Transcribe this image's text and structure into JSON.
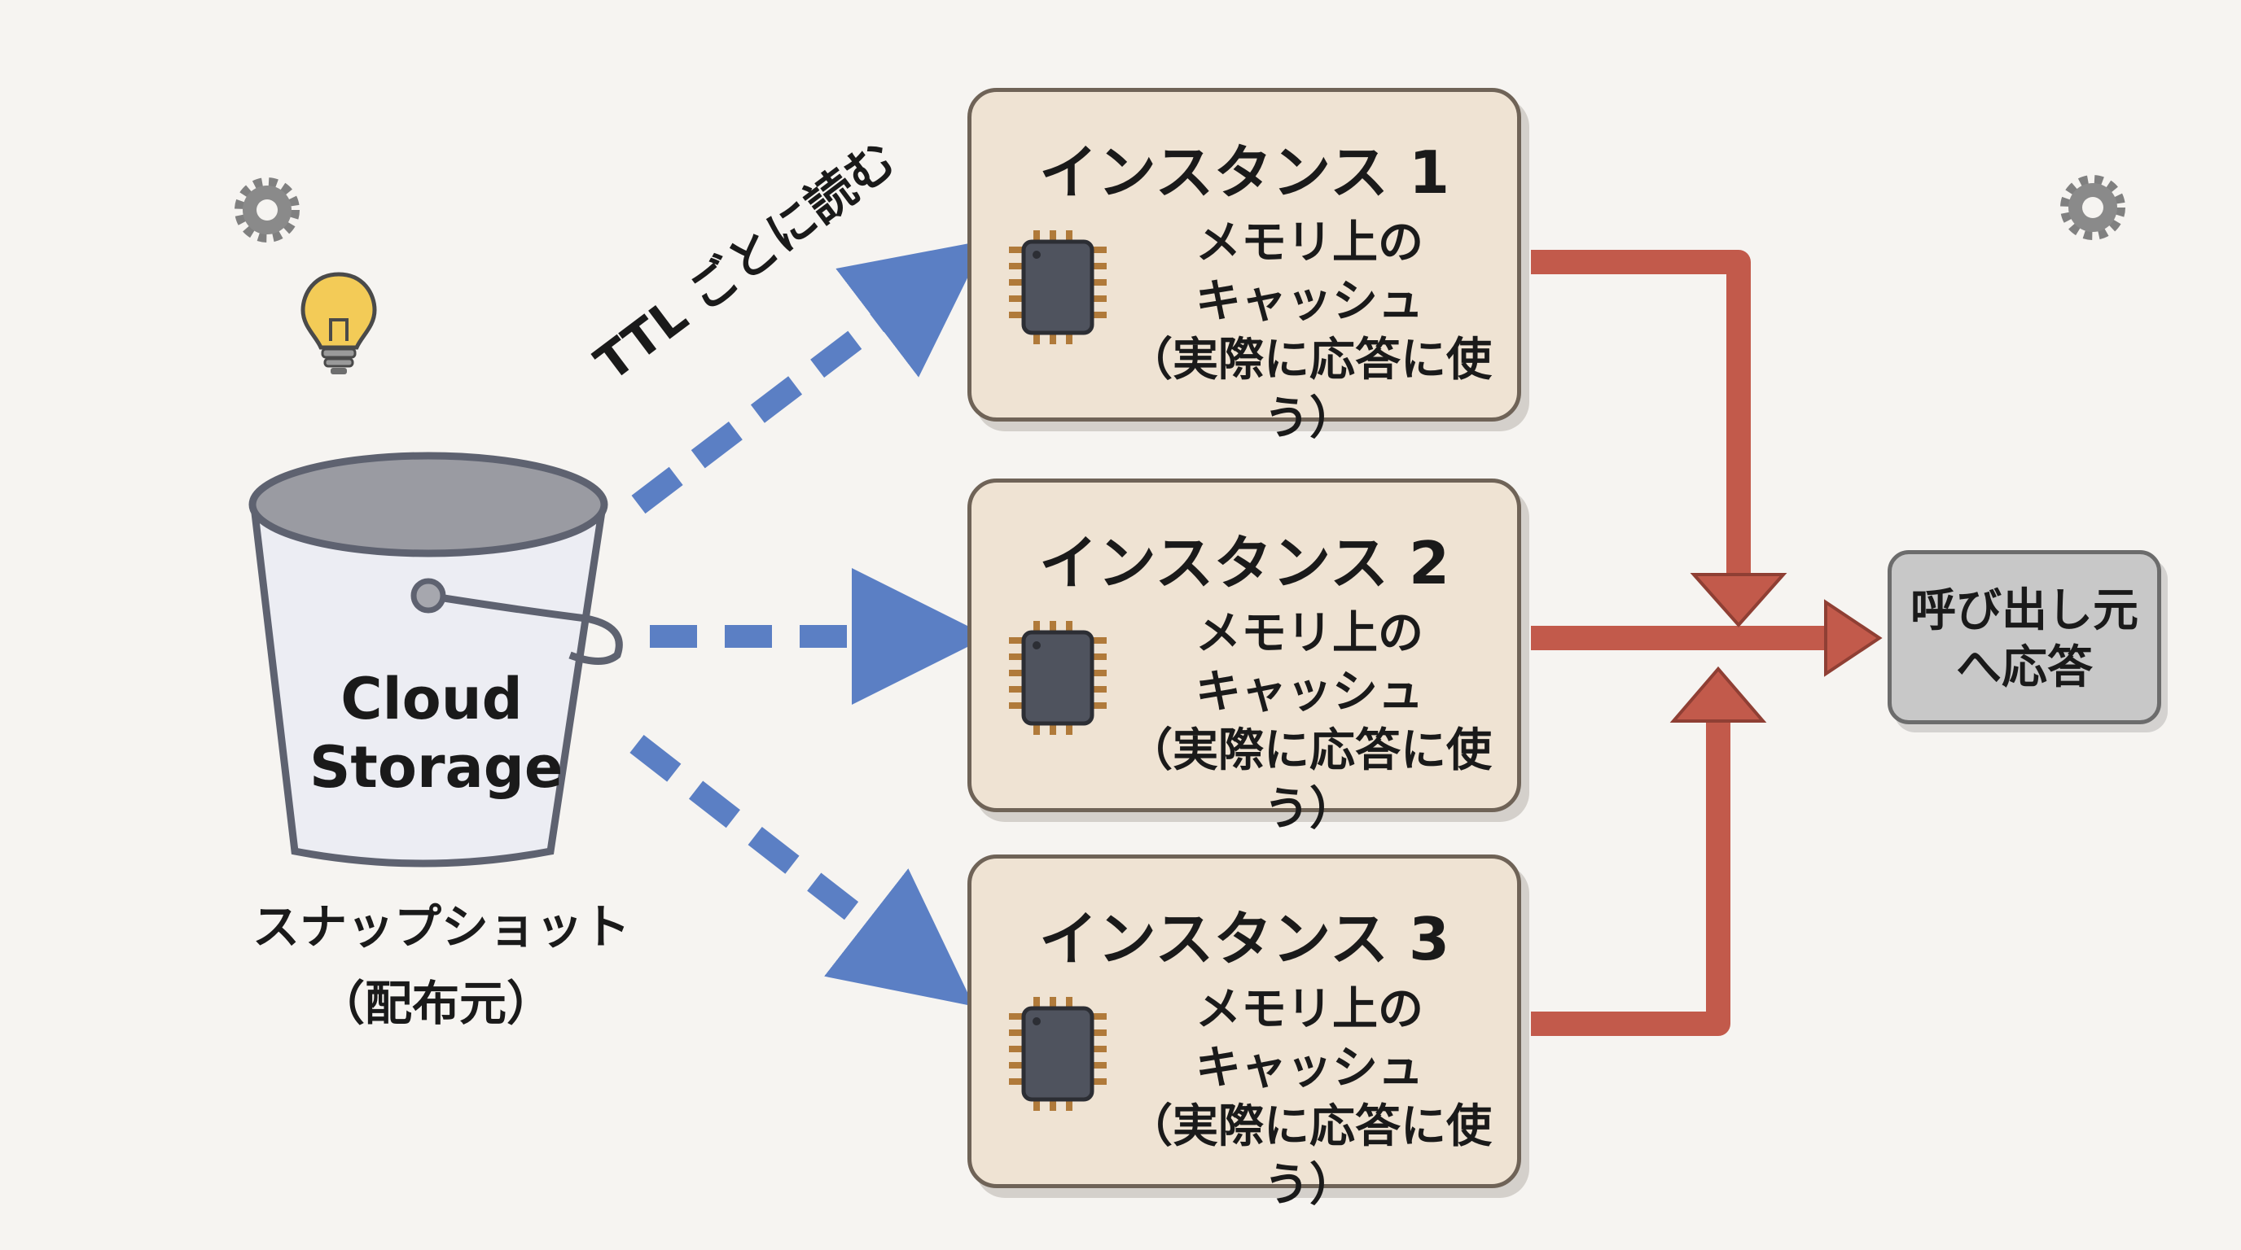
{
  "storage": {
    "name_line1": "Cloud",
    "name_line2": "Storage",
    "caption_line1": "スナップショット",
    "caption_line2": "（配布元）"
  },
  "edge_label": "TTL ごとに読む",
  "instances": [
    {
      "title": "インスタンス 1",
      "line1": "メモリ上の",
      "line2": "キャッシュ",
      "line3": "（実際に応答に使う）"
    },
    {
      "title": "インスタンス 2",
      "line1": "メモリ上の",
      "line2": "キャッシュ",
      "line3": "（実際に応答に使う）"
    },
    {
      "title": "インスタンス 3",
      "line1": "メモリ上の",
      "line2": "キャッシュ",
      "line3": "（実際に応答に使う）"
    }
  ],
  "result": {
    "line1": "呼び出し元",
    "line2": "へ応答"
  },
  "icons": [
    "gear-icon",
    "lightbulb-icon",
    "bucket-icon",
    "chip-icon"
  ],
  "colors": {
    "background": "#f6f4f1",
    "instance_fill": "#efe3d3",
    "read_arrow": "#5b7fc4",
    "response_arrow": "#c25a4b",
    "result_fill": "#c8c8c8"
  }
}
